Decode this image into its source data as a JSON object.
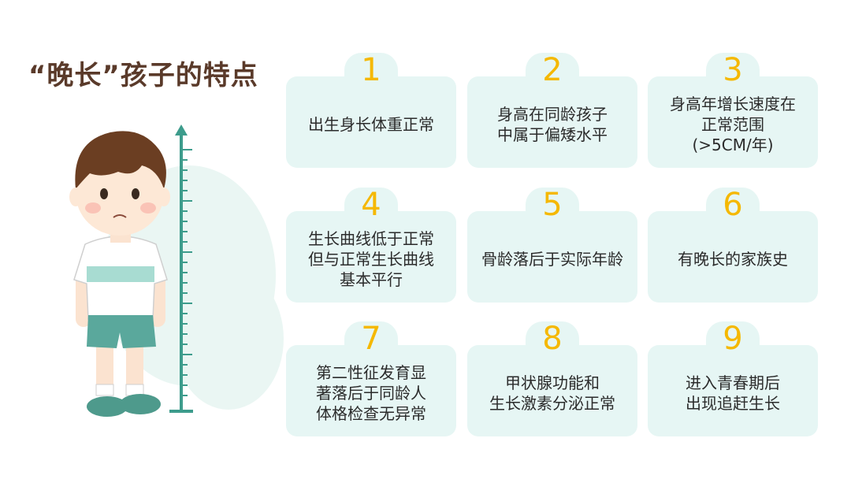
{
  "title": "“晚长”孩子的特点",
  "cards": [
    {
      "num": "1",
      "text": "出生身长体重正常"
    },
    {
      "num": "2",
      "text": "身高在同龄孩子\n中属于偏矮水平"
    },
    {
      "num": "3",
      "text": "身高年增长速度在\n正常范围\n(>5CM/年)"
    },
    {
      "num": "4",
      "text": "生长曲线低于正常\n但与正常生长曲线\n基本平行"
    },
    {
      "num": "5",
      "text": "骨龄落后于实际年龄"
    },
    {
      "num": "6",
      "text": "有晚长的家族史"
    },
    {
      "num": "7",
      "text": "第二性征发育显\n著落后于同龄人\n体格检查无异常"
    },
    {
      "num": "8",
      "text": "甲状腺功能和\n生长激素分泌正常"
    },
    {
      "num": "9",
      "text": "进入青春期后\n出现追赶生长"
    }
  ],
  "colors": {
    "card": "#e6f6f4",
    "number": "#f5b800",
    "title": "#5a3a2a",
    "ruler": "#3d9c8c",
    "shirt_stripe": "#a8dcd2",
    "shorts": "#5aa89c"
  }
}
